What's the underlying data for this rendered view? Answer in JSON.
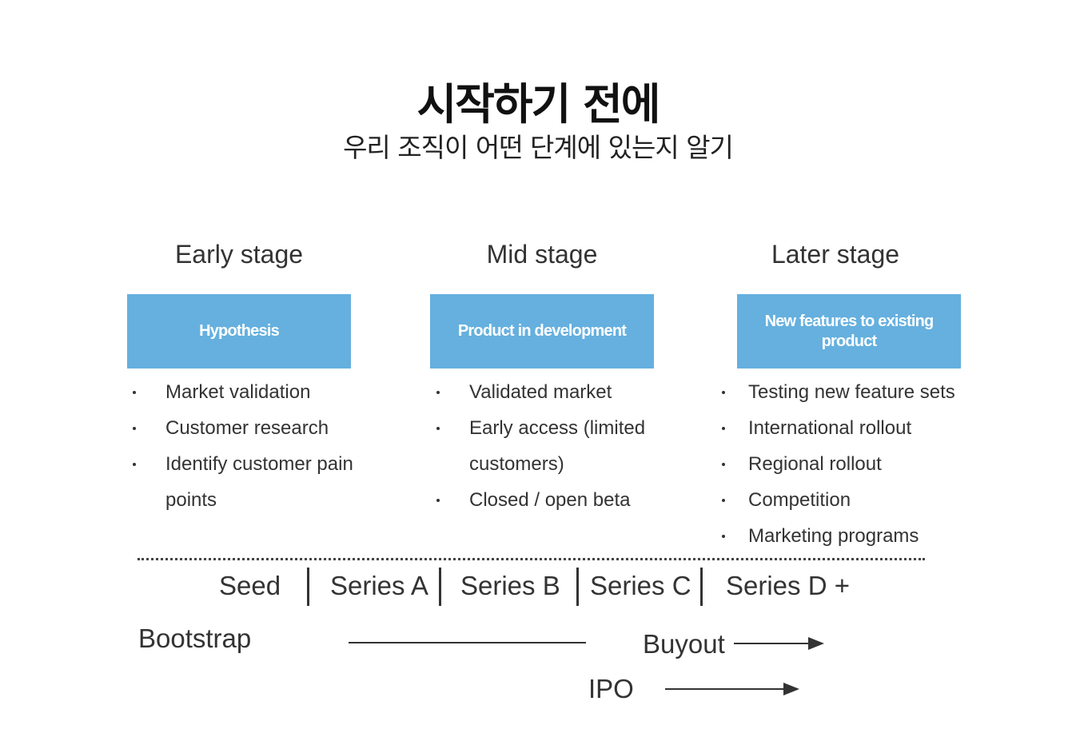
{
  "title": "시작하기 전에",
  "subtitle": "우리 조직이 어떤 단계에 있는지 알기",
  "stages": [
    {
      "heading": "Early stage",
      "box": "Hypothesis",
      "bullets": [
        "Market validation",
        "Customer research",
        "Identify customer pain points"
      ]
    },
    {
      "heading": "Mid stage",
      "box": "Product in development",
      "bullets": [
        "Validated market",
        "Early access (limited customers)",
        "Closed / open  beta"
      ]
    },
    {
      "heading": "Later stage",
      "box": "New features to existing product",
      "bullets": [
        "Testing new feature sets",
        "International rollout",
        "Regional rollout",
        "Competition",
        "Marketing programs"
      ]
    }
  ],
  "funding_rounds": [
    "Seed",
    "Series A",
    "Series B",
    "Series C",
    "Series D +"
  ],
  "exits": {
    "bootstrap": "Bootstrap",
    "buyout": "Buyout",
    "ipo": "IPO"
  },
  "colors": {
    "stage_box": "#65b0df",
    "text": "#333333"
  }
}
